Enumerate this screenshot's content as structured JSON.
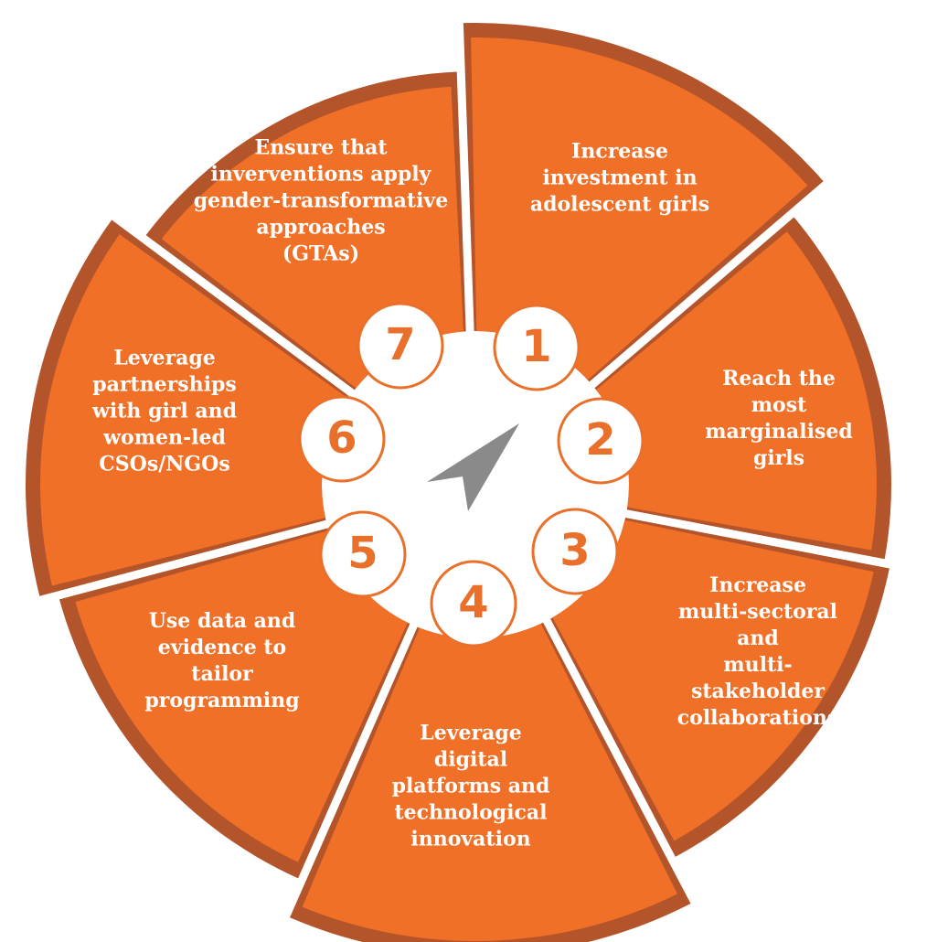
{
  "diagram": {
    "colors": {
      "segment_fill": "#F07027",
      "segment_rim": "#B4542A",
      "gap_color": "#ffffff",
      "badge_fill": "#ffffff",
      "badge_number": "#E8702A",
      "pointer": "#8A8A8A",
      "label_text": "#ffffff"
    },
    "segments": [
      {
        "number": "1",
        "label": "Increase\ninvestment in\nadolescent girls"
      },
      {
        "number": "2",
        "label": "Reach the most\nmarginalised\ngirls"
      },
      {
        "number": "3",
        "label": "Increase\nmulti-sectoral and\nmulti-stakeholder\ncollaborations"
      },
      {
        "number": "4",
        "label": "Leverage\ndigital\nplatforms and\ntechnological\ninnovation"
      },
      {
        "number": "5",
        "label": "Use data and\nevidence to\ntailor\nprogramming"
      },
      {
        "number": "6",
        "label": "Leverage\npartnerships\nwith girl and\nwomen-led\nCSOs/NGOs"
      },
      {
        "number": "7",
        "label": "Ensure that\ninverventions apply\ngender-transformative\napproaches\n(GTAs)"
      }
    ]
  }
}
